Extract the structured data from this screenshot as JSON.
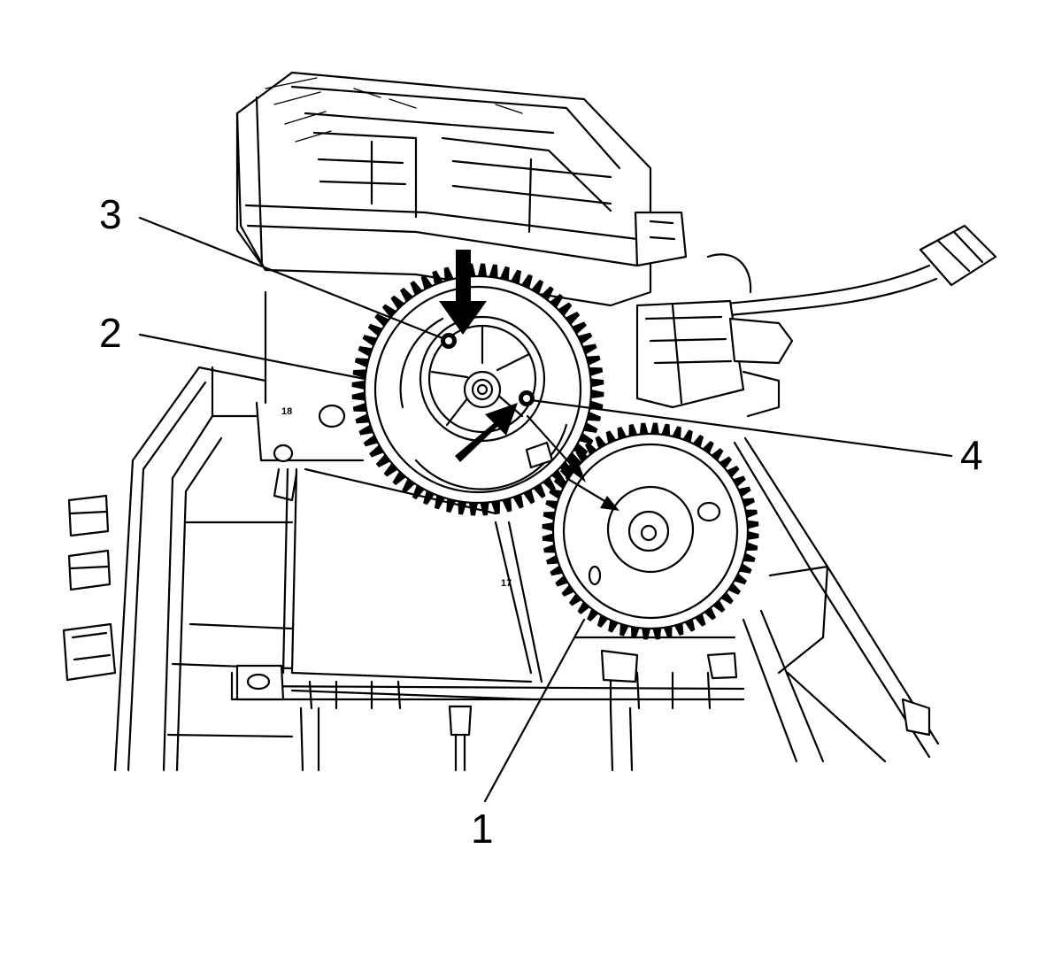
{
  "callouts": [
    {
      "id": "1",
      "label": "1"
    },
    {
      "id": "2",
      "label": "2"
    },
    {
      "id": "3",
      "label": "3"
    },
    {
      "id": "4",
      "label": "4"
    }
  ],
  "part_marks": {
    "mark_a": "18",
    "mark_b": "17"
  },
  "colors": {
    "line": "#000000",
    "background": "#ffffff"
  }
}
